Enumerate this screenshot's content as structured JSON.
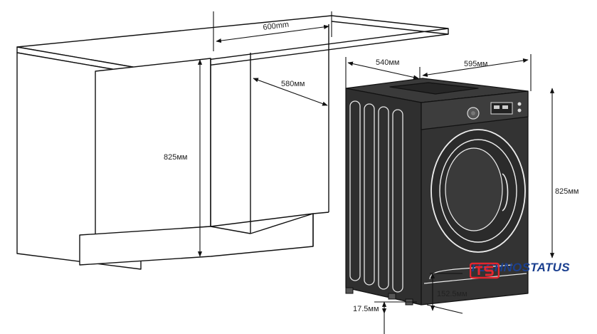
{
  "dimensions": {
    "width_600": "600mm",
    "width_580": "580мм",
    "height_825_cabinet": "825мм",
    "depth_540": "540мм",
    "width_595": "595мм",
    "height_825_machine": "825мм",
    "height_152": "152.5мм",
    "gap_17": "17.5мм"
  },
  "brand": {
    "name": "TECHNOSTATUS",
    "logo_letters": "TS",
    "accent_color": "#e3262f",
    "text_color": "#1a3f8f"
  },
  "colors": {
    "line": "#111111",
    "machine_front": "#2f2f2f",
    "machine_top": "#3a3a3a",
    "panel": "#555555"
  }
}
